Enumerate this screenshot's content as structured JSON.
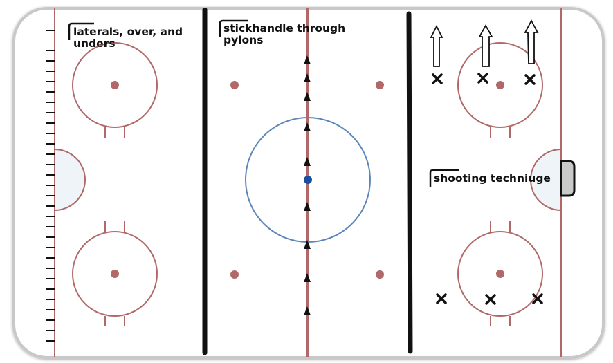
{
  "colors": {
    "board": "#c8c8c8",
    "ice": "#ffffff",
    "red_line": "#b06868",
    "blue_circle": "#5b86b8",
    "center_dot": "#1a4fa0",
    "blue_line": "#111111",
    "crease_fill": "#eef4f8",
    "net_fill": "#c9c9c9",
    "text": "#111111"
  },
  "labels": {
    "left_drill": [
      "laterals, over, and",
      "unders"
    ],
    "center_drill": [
      "stickhandle through",
      "pylons"
    ],
    "right_drill": [
      "shooting techniuge"
    ]
  },
  "icons": {
    "pylon": "triangle-pylon-icon",
    "player": "x-player-icon",
    "skate_path": "hollow-up-arrow-icon",
    "ladder": "tick-ladder-icon"
  }
}
